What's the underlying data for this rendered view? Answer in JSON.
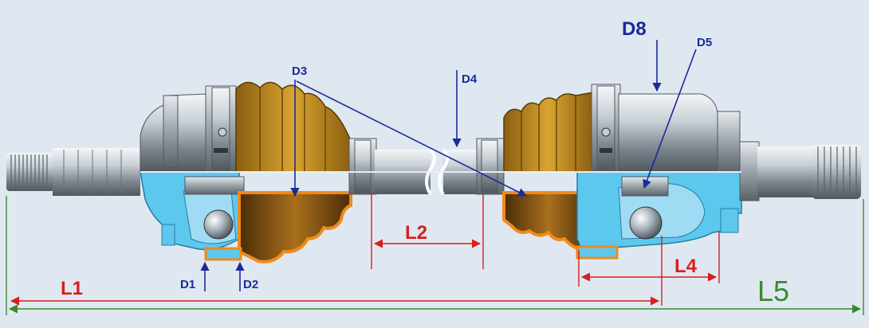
{
  "labels": {
    "d1": "D1",
    "d2": "D2",
    "d3": "D3",
    "d4": "D4",
    "d5": "D5",
    "d8": "D8",
    "l1": "L1",
    "l2": "L2",
    "l4": "L4",
    "l5": "L5"
  },
  "colors": {
    "leader_blue": "#1a2a9a",
    "dim_red": "#d81e1e",
    "dim_green": "#3a8a2a",
    "boot_brown": "#b8860b",
    "boot_orange": "#f08a1a",
    "housing_cyan": "#5cc8ee",
    "steel_grey": "#a8b0b6"
  }
}
